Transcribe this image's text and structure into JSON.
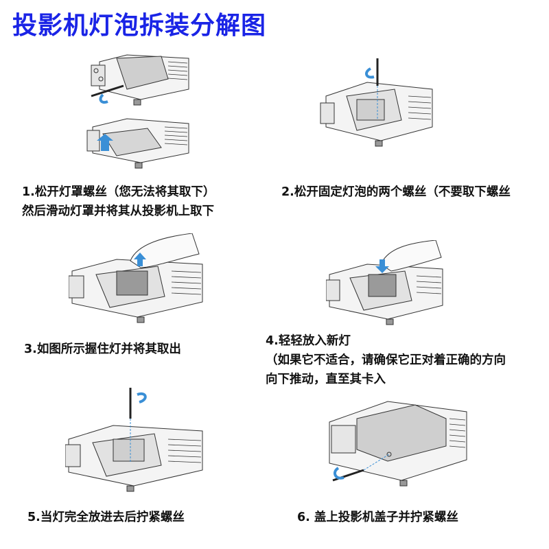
{
  "title": "投影机灯泡拆装分解图",
  "steps": [
    {
      "lines": [
        "1.松开灯罩螺丝（您无法将其取下）",
        "然后滑动灯罩并将其从投影机上取下"
      ]
    },
    {
      "lines": [
        "2.松开固定灯泡的两个螺丝（不要取下螺丝"
      ]
    },
    {
      "lines": [
        "3.如图所示握住灯并将其取出"
      ]
    },
    {
      "lines": [
        "4.轻轻放入新灯",
        "（如果它不适合，请确保它正对着正确的方向",
        "向下推动，直至其卡入"
      ]
    },
    {
      "lines": [
        "5.当灯完全放进去后拧紧螺丝"
      ]
    },
    {
      "lines": [
        "6. 盖上投影机盖子并拧紧螺丝"
      ]
    }
  ],
  "colors": {
    "title": "#1a24e6",
    "arrow": "#3a8fd6",
    "line": "#333333"
  }
}
